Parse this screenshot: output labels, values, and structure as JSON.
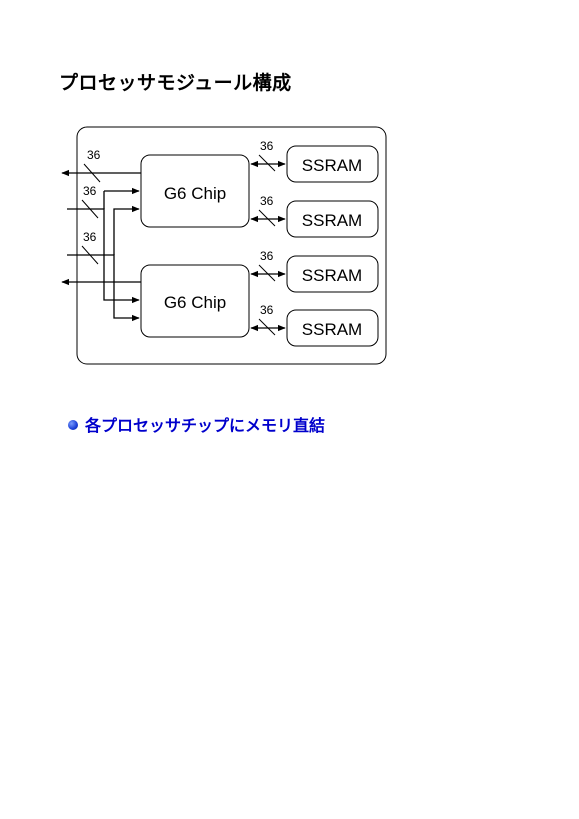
{
  "title": "プロセッサモジュール構成",
  "diagram": {
    "chips": [
      "G6 Chip",
      "G6 Chip"
    ],
    "memories": [
      "SSRAM",
      "SSRAM",
      "SSRAM",
      "SSRAM"
    ],
    "left_bus_widths": [
      "36",
      "36",
      "36"
    ],
    "memory_bus_widths": [
      "36",
      "36",
      "36",
      "36"
    ]
  },
  "bullet": {
    "text": "各プロセッサチップにメモリ直結",
    "color": "#0000cc"
  }
}
